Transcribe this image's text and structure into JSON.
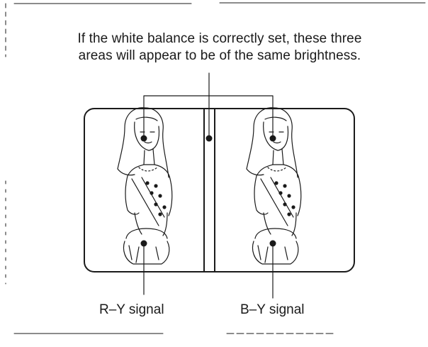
{
  "caption": {
    "line1": "If the white balance is correctly set, these three",
    "line2": "areas will appear to be of the same brightness."
  },
  "labels": {
    "left_signal": "R–Y signal",
    "right_signal": "B–Y signal"
  }
}
